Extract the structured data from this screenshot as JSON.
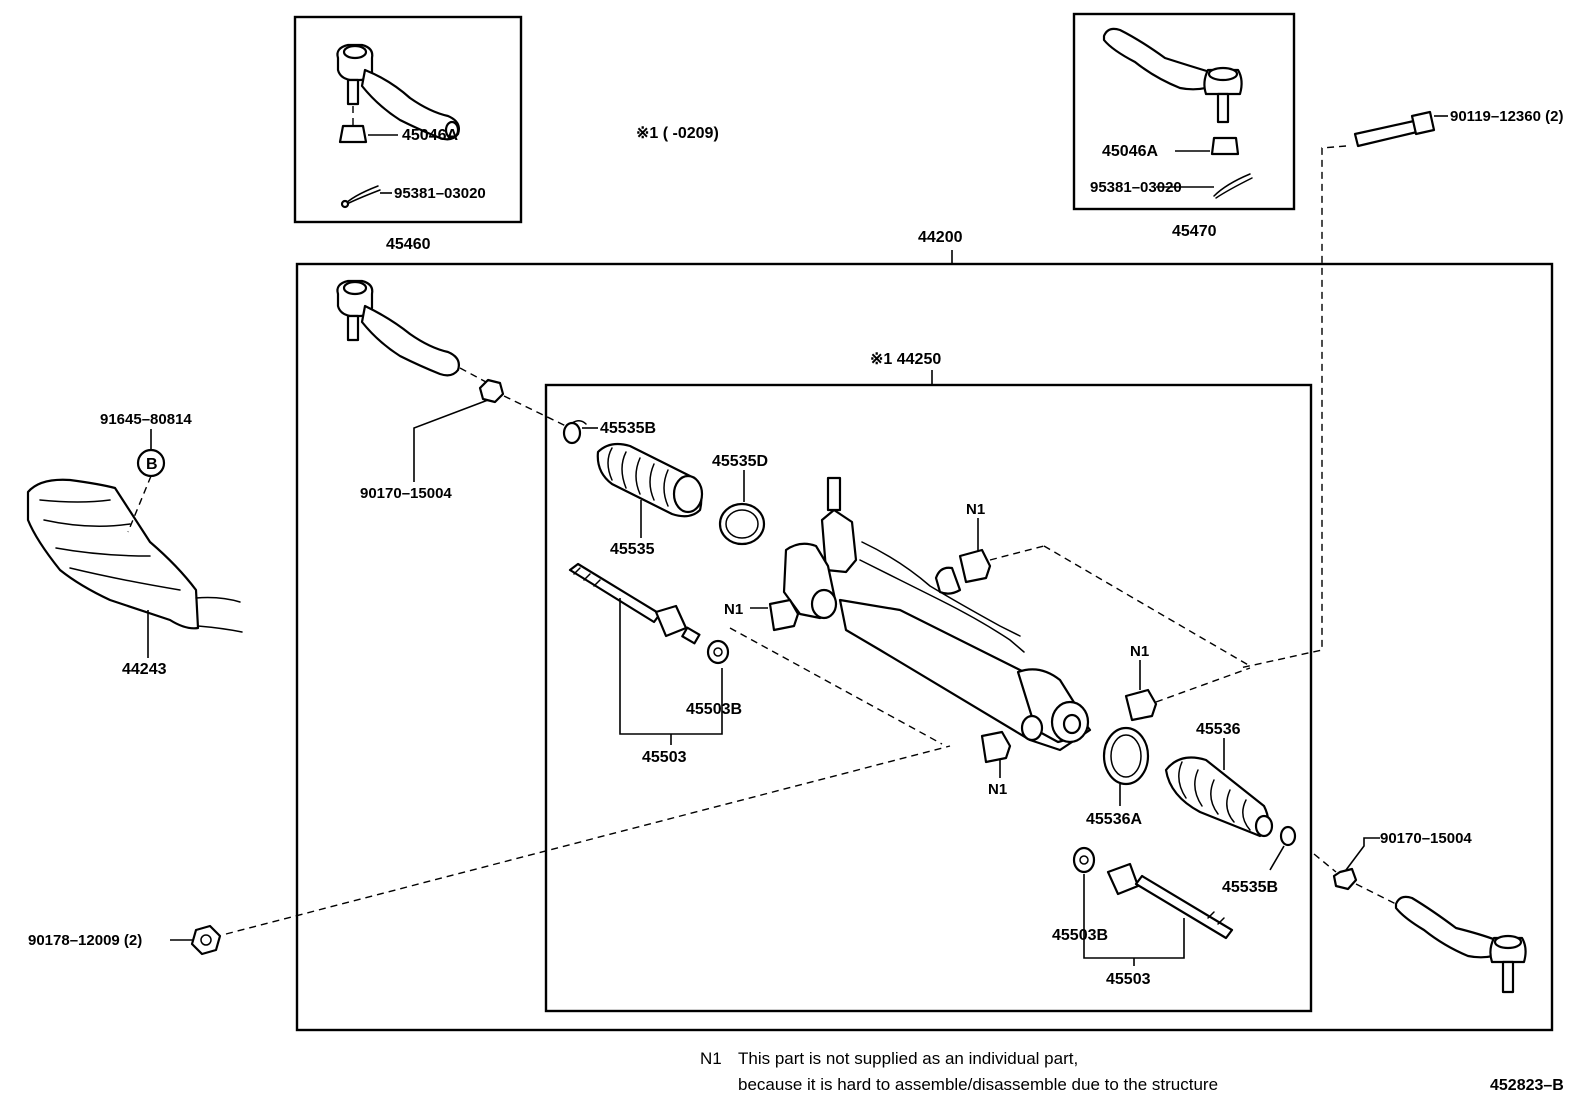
{
  "figure_id": "452823–B",
  "note_range": "※1  (       -0209)",
  "parts": {
    "p45460": "45460",
    "p45470": "45470",
    "p44200": "44200",
    "p44250": "※1 44250",
    "p45046A_l": "45046A",
    "p45046A_r": "45046A",
    "p95381_l": "95381–03020",
    "p95381_r": "95381–03020",
    "p90119": "90119–12360 (2)",
    "p91645": "91645–80814",
    "pB": "B",
    "p44243": "44243",
    "p90170_l": "90170–15004",
    "p90170_r": "90170–15004",
    "p45535B_l": "45535B",
    "p45535B_r": "45535B",
    "p45535D": "45535D",
    "p45535": "45535",
    "p45503B_l": "45503B",
    "p45503B_r": "45503B",
    "p45503_l": "45503",
    "p45503_r": "45503",
    "p45536": "45536",
    "p45536A": "45536A",
    "p90178": "90178–12009 (2)",
    "n1_a": "N1",
    "n1_b": "N1",
    "n1_c": "N1",
    "n1_d": "N1"
  },
  "footnote": {
    "key": "N1",
    "line1": "This part is not supplied as an individual part,",
    "line2": "because it is hard to assemble/disassemble   due to the structure"
  }
}
